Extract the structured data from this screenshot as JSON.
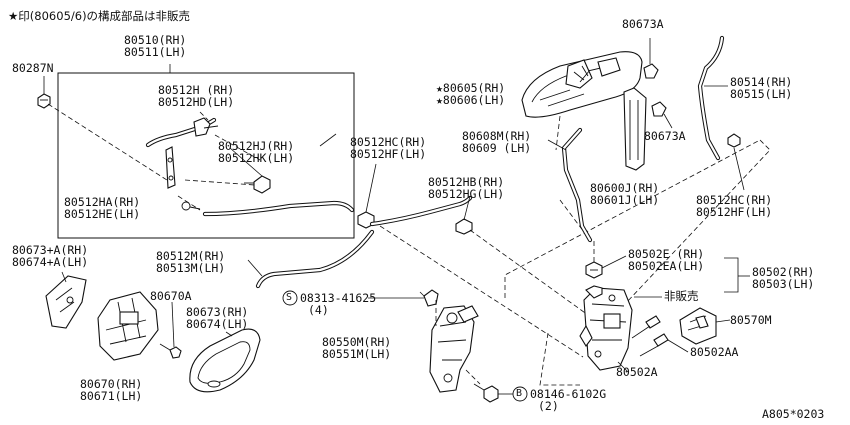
{
  "note": "★印(80605/6)の構成部品は非販売",
  "diagram_code": "A805*0203",
  "labels": {
    "l_80510": [
      "80510(RH)",
      "80511(LH)"
    ],
    "l_80287N": [
      "80287N"
    ],
    "l_80512H": [
      "80512H (RH)",
      "80512HD(LH)"
    ],
    "l_80512HJ": [
      "80512HJ(RH)",
      "80512HK(LH)"
    ],
    "l_80512HA": [
      "80512HA(RH)",
      "80512HE(LH)"
    ],
    "l_80512HC_mid": [
      "80512HC(RH)",
      "80512HF(LH)"
    ],
    "l_80512HB": [
      "80512HB(RH)",
      "80512HG(LH)"
    ],
    "l_80512M": [
      "80512M(RH)",
      "80513M(LH)"
    ],
    "l_80673A_top": [
      "80673A"
    ],
    "l_80605": [
      "★80605(RH)",
      "★80606(LH)"
    ],
    "l_80673A_mid": [
      "80673A"
    ],
    "l_80608M": [
      "80608M(RH)",
      "80609 (LH)"
    ],
    "l_80514": [
      "80514(RH)",
      "80515(LH)"
    ],
    "l_80600J": [
      "80600J(RH)",
      "80601J(LH)"
    ],
    "l_80512HC_right": [
      "80512HC(RH)",
      "80512HF(LH)"
    ],
    "l_80673A_plus": [
      "80673+A(RH)",
      "80674+A(LH)"
    ],
    "l_80670A": [
      "80670A"
    ],
    "l_80673": [
      "80673(RH)",
      "80674(LH)"
    ],
    "l_80670": [
      "80670(RH)",
      "80671(LH)"
    ],
    "l_08313": [
      "08313-41625",
      "(4)"
    ],
    "l_80550M": [
      "80550M(RH)",
      "80551M(LH)"
    ],
    "l_08146": [
      "08146-6102G",
      "(2)"
    ],
    "l_80502E": [
      "80502E (RH)",
      "80502EA(LH)"
    ],
    "l_80502": [
      "80502(RH)",
      "80503(LH)"
    ],
    "l_hihanbai": [
      "非販売"
    ],
    "l_80570M": [
      "80570M"
    ],
    "l_80502AA": [
      "80502AA"
    ],
    "l_80502A": [
      "80502A"
    ]
  },
  "symbols": {
    "screw_symbol": "S",
    "bolt_symbol": "B"
  }
}
